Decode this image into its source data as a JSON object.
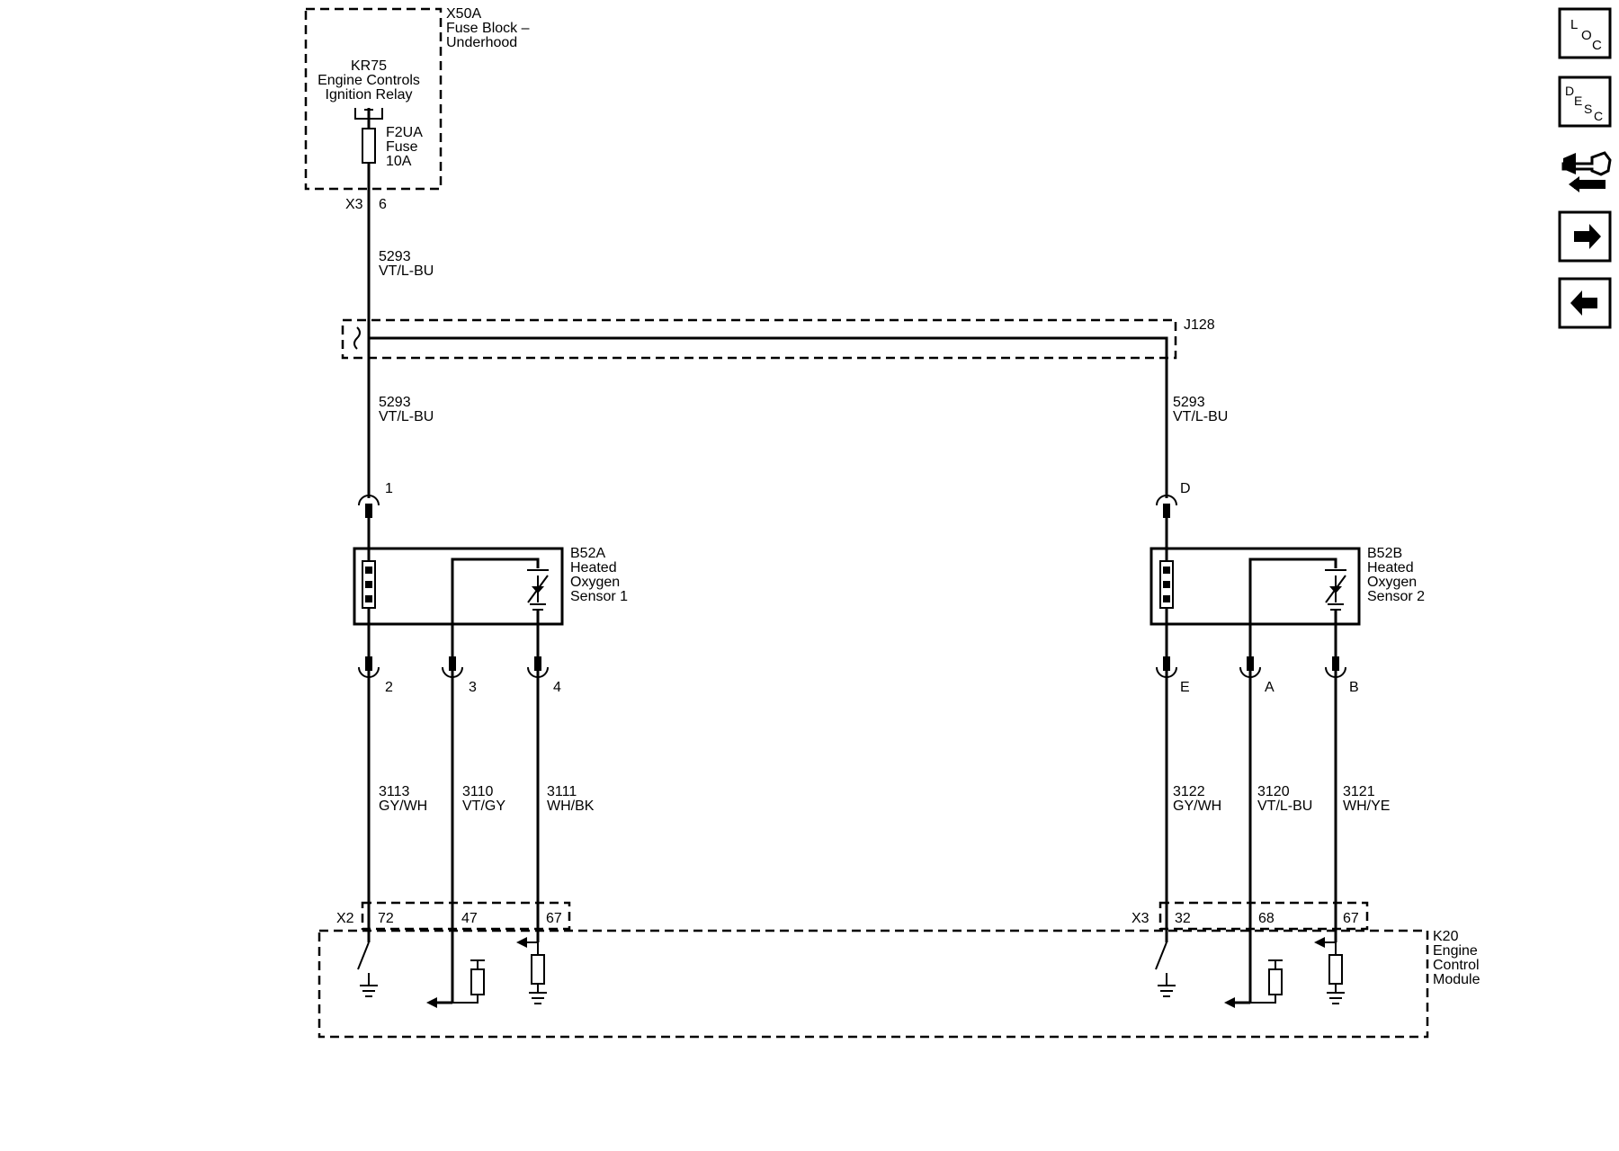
{
  "fuse_block": {
    "id": "X50A",
    "name_line1": "Fuse Block –",
    "name_line2": "Underhood",
    "relay_id": "KR75",
    "relay_line1": "Engine Controls",
    "relay_line2": "Ignition Relay",
    "fuse_id": "F2UA",
    "fuse_word": "Fuse",
    "fuse_rating": "10A",
    "connector": "X3",
    "pin": "6"
  },
  "feed_wire": {
    "circuit": "5293",
    "color": "VT/L-BU"
  },
  "splice": {
    "id": "J128"
  },
  "sensor1": {
    "id": "B52A",
    "line1": "Heated",
    "line2": "Oxygen",
    "line3": "Sensor 1",
    "feed_pin": "1",
    "pins": [
      "2",
      "3",
      "4"
    ],
    "wires": [
      {
        "circuit": "3113",
        "color": "GY/WH"
      },
      {
        "circuit": "3110",
        "color": "VT/GY"
      },
      {
        "circuit": "3111",
        "color": "WH/BK"
      }
    ],
    "ecm_connector": "X2",
    "ecm_pins": [
      "72",
      "47",
      "67"
    ]
  },
  "sensor2": {
    "id": "B52B",
    "line1": "Heated",
    "line2": "Oxygen",
    "line3": "Sensor 2",
    "feed_pin": "D",
    "pins": [
      "E",
      "A",
      "B"
    ],
    "wires": [
      {
        "circuit": "3122",
        "color": "GY/WH"
      },
      {
        "circuit": "3120",
        "color": "VT/L-BU"
      },
      {
        "circuit": "3121",
        "color": "WH/YE"
      }
    ],
    "ecm_connector": "X3",
    "ecm_pins": [
      "32",
      "68",
      "67"
    ]
  },
  "ecm": {
    "id": "K20",
    "line1": "Engine",
    "line2": "Control",
    "line3": "Module"
  },
  "nav": {
    "loc": {
      "l": "L",
      "o": "O",
      "c": "C",
      "icon": "loc-icon"
    },
    "desc": {
      "d": "D",
      "e": "E",
      "s": "S",
      "c": "C",
      "icon": "desc-icon"
    },
    "connector_icon": "connector-icon",
    "next_icon": "arrow-right-icon",
    "prev_icon": "arrow-left-icon"
  }
}
